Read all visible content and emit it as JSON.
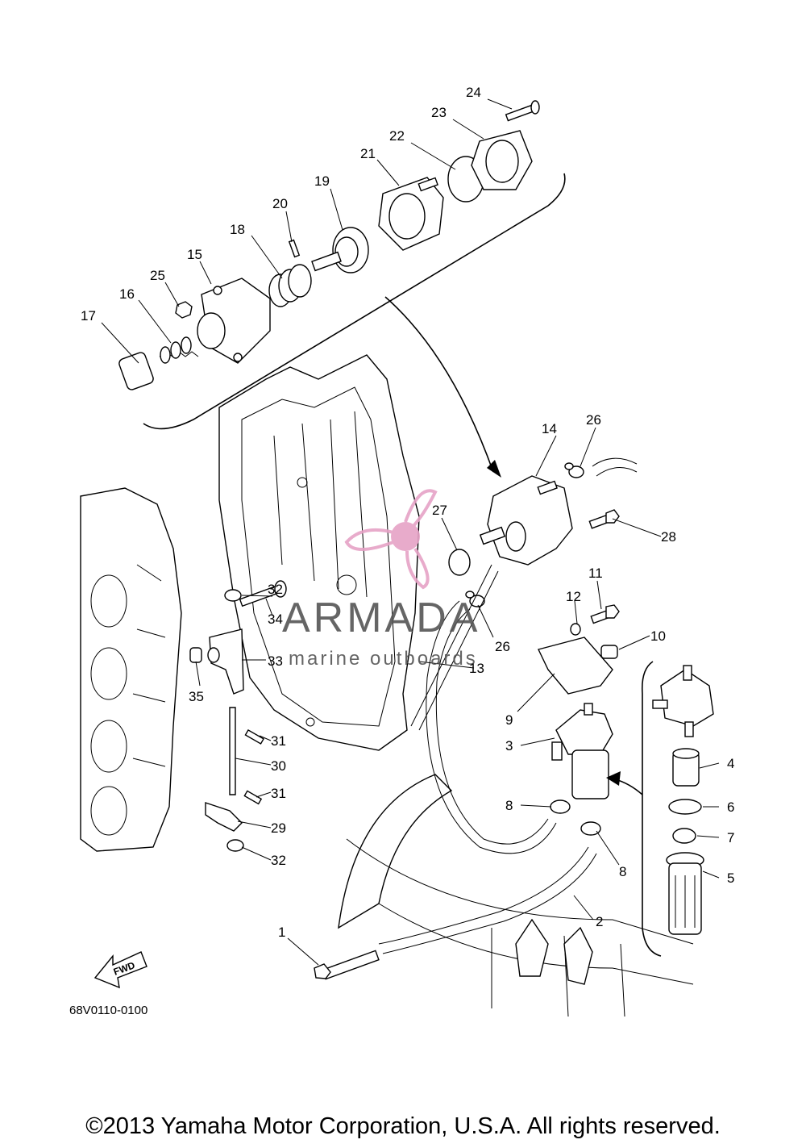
{
  "diagram_code": "68V0110-0100",
  "direction_label": "FWD",
  "copyright": "©2013 Yamaha Motor Corporation, U.S.A. All rights reserved.",
  "watermark": {
    "brand": "ARMADA",
    "tagline": "marine outboards",
    "colors": {
      "logo": "#e6a2c6",
      "text": "#555555"
    }
  },
  "callouts": [
    "1",
    "2",
    "3",
    "4",
    "5",
    "6",
    "7",
    "8",
    "8",
    "9",
    "10",
    "11",
    "12",
    "13",
    "14",
    "15",
    "16",
    "17",
    "18",
    "19",
    "20",
    "21",
    "22",
    "23",
    "24",
    "25",
    "26",
    "26",
    "27",
    "28",
    "29",
    "30",
    "31",
    "31",
    "32",
    "32",
    "33",
    "34",
    "35"
  ]
}
